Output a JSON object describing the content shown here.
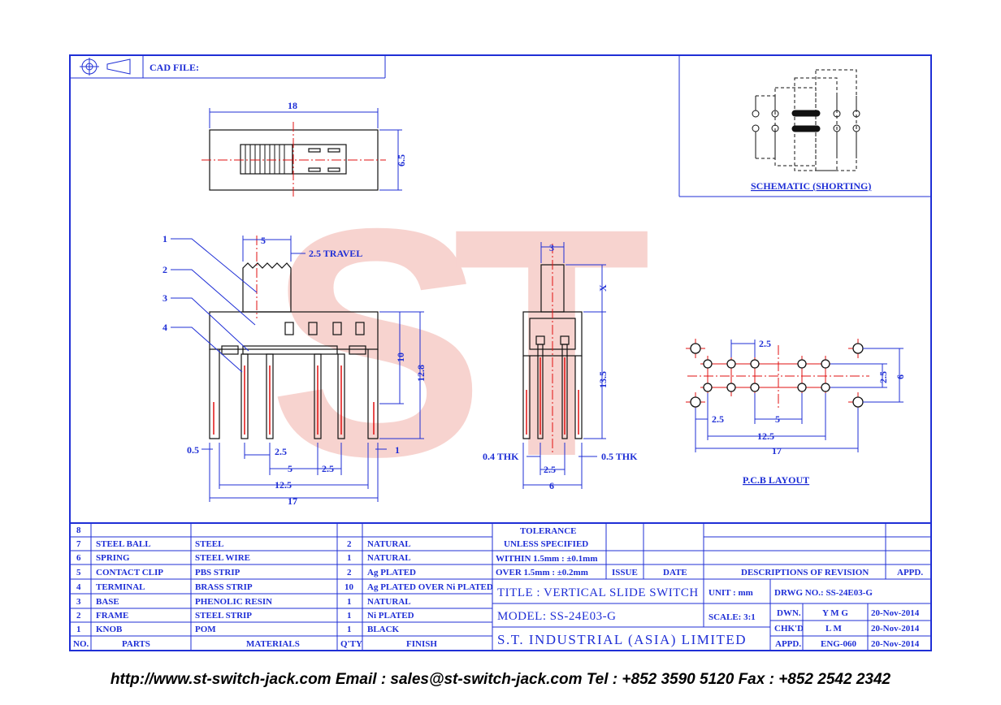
{
  "header": {
    "cad_file_label": "CAD FILE:"
  },
  "watermark": {
    "text": "ST"
  },
  "top_view": {
    "width_dim": "18",
    "height_dim": "6.5"
  },
  "front_view": {
    "callouts": [
      "1",
      "2",
      "3",
      "4"
    ],
    "dims": {
      "knob_width": "5",
      "travel": "2.5  TRAVEL",
      "body_h": "10",
      "total_h": "12.8",
      "left_pin": "0.5",
      "right_pin": "1",
      "pitch_a": "2.5",
      "pitch_b": "5",
      "pitch_c": "2.5",
      "span": "12.5",
      "overall": "17"
    }
  },
  "side_view": {
    "dims": {
      "knob_w": "3",
      "knob_h": "X",
      "height": "13.5",
      "thk_left": "0.4  THK",
      "thk_right": "0.5  THK",
      "pitch": "2.5",
      "width": "6"
    }
  },
  "schematic": {
    "label": "SCHEMATIC  (SHORTING)"
  },
  "pcb": {
    "label": "P.C.B  LAYOUT",
    "dims": {
      "pitch_top": "2.5",
      "row_gap": "2.5",
      "height": "6",
      "edge": "2.5",
      "pitch_mid": "5",
      "span": "12.5",
      "overall": "17"
    }
  },
  "bom": {
    "headers": {
      "no": "NO.",
      "parts": "PARTS",
      "materials": "MATERIALS",
      "qty": "Q'TY",
      "finish": "FINISH"
    },
    "rows": [
      {
        "no": "8",
        "part": "",
        "material": "",
        "qty": "",
        "finish": ""
      },
      {
        "no": "7",
        "part": "STEEL BALL",
        "material": "STEEL",
        "qty": "2",
        "finish": "NATURAL"
      },
      {
        "no": "6",
        "part": "SPRING",
        "material": "STEEL WIRE",
        "qty": "1",
        "finish": "NATURAL"
      },
      {
        "no": "5",
        "part": "CONTACT CLIP",
        "material": "PBS STRIP",
        "qty": "2",
        "finish": "Ag PLATED"
      },
      {
        "no": "4",
        "part": "TERMINAL",
        "material": "BRASS STRIP",
        "qty": "10",
        "finish": "Ag PLATED OVER Ni PLATED"
      },
      {
        "no": "3",
        "part": "BASE",
        "material": "PHENOLIC RESIN",
        "qty": "1",
        "finish": "NATURAL"
      },
      {
        "no": "2",
        "part": "FRAME",
        "material": "STEEL STRIP",
        "qty": "1",
        "finish": "Ni PLATED"
      },
      {
        "no": "1",
        "part": "KNOB",
        "material": "POM",
        "qty": "1",
        "finish": "BLACK"
      }
    ]
  },
  "tolerance": {
    "title": "TOLERANCE",
    "subtitle": "UNLESS  SPECIFIED",
    "within": "WITHIN 1.5mm : ±0.1mm",
    "over": "OVER 1.5mm : ±0.2mm"
  },
  "revision": {
    "issue": "ISSUE",
    "date": "DATE",
    "desc": "DESCRIPTIONS  OF  REVISION",
    "appd": "APPD."
  },
  "title_block": {
    "title": "TITLE :   VERTICAL  SLIDE  SWITCH",
    "model": "MODEL: SS-24E03-G",
    "company": "S.T.  INDUSTRIAL  (ASIA)  LIMITED",
    "unit": "UNIT :   mm",
    "scale": "SCALE:   3:1",
    "drwg": "DRWG NO.: SS-24E03-G",
    "dwn_label": "DWN.",
    "dwn_value": "Y M G",
    "dwn_date": "20-Nov-2014",
    "chkd_label": "CHK'D",
    "chkd_value": "L M",
    "chkd_date": "20-Nov-2014",
    "appd_label": "APPD.",
    "appd_value": "ENG-060",
    "appd_date": "20-Nov-2014"
  },
  "footer": {
    "text": "http://www.st-switch-jack.com  Email : sales@st-switch-jack.com  Tel : +852 3590 5120  Fax : +852 2542 2342"
  }
}
